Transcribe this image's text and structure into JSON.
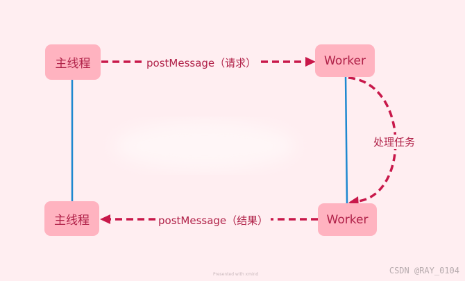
{
  "nodes": {
    "main_top": "主线程",
    "worker_top": "Worker",
    "main_bottom": "主线程",
    "worker_bottom": "Worker"
  },
  "edges": {
    "request": "postMessage（请求）",
    "process": "处理任务",
    "result": "postMessage（结果）"
  },
  "footer": "Presented with xmind",
  "watermark": "CSDN @RAY_0104",
  "colors": {
    "background": "#ffeef1",
    "node": "#ffb3c0",
    "arrow": "#c8184a",
    "line": "#1e88d0",
    "text": "#b02148"
  }
}
